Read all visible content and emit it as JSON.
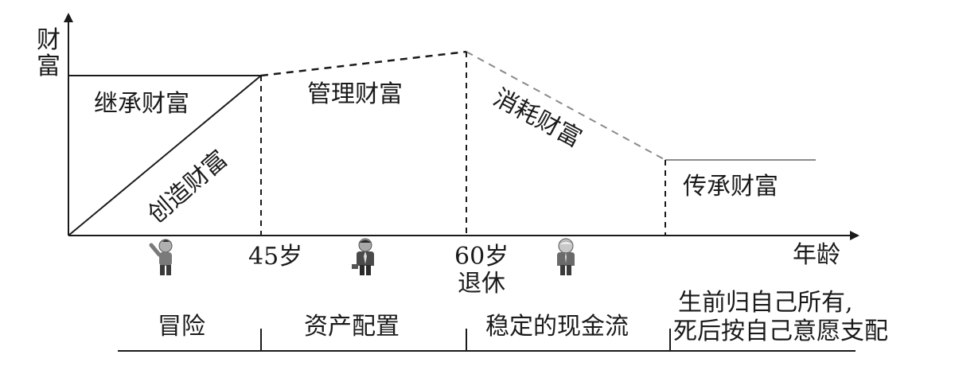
{
  "axes": {
    "y_label": "财富",
    "x_label": "年龄"
  },
  "ticks": {
    "age_45": "45岁",
    "age_60": "60岁",
    "retire": "退休"
  },
  "phases": {
    "inherit": "继承财富",
    "create": "创造财富",
    "manage": "管理财富",
    "consume": "消耗财富",
    "pass_on": "传承财富"
  },
  "bottom_labels": {
    "risk": "冒险",
    "allocation": "资产配置",
    "cashflow": "稳定的现金流",
    "will_line1": "生前归自己所有,",
    "will_line2": "死后按自己意愿支配"
  },
  "colors": {
    "ink": "#1a1a1a",
    "consume_line": "#8a8a8a"
  }
}
